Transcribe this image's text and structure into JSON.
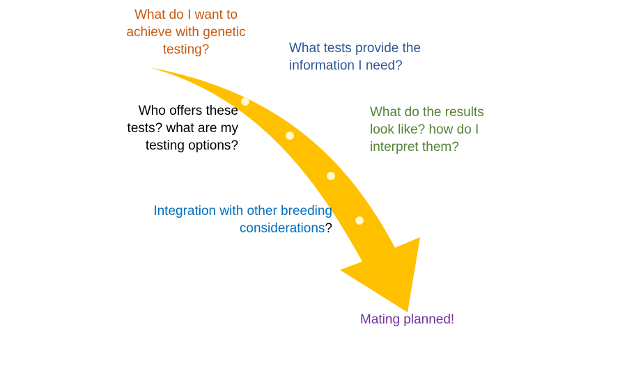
{
  "colors": {
    "arrow": "#FFC000",
    "dot_stroke": "#FFF2A0",
    "achieve": "#C55A11",
    "tests": "#2F5597",
    "offers": "#000000",
    "results": "#548235",
    "integration": "#0070C0",
    "mating": "#7030A0"
  },
  "questions": {
    "achieve": {
      "line1": "What do I want to",
      "line2": "achieve with genetic",
      "line3": "testing?"
    },
    "tests": {
      "line1": "What tests provide the",
      "line2": "information I need?"
    },
    "offers": {
      "line1": "Who offers these",
      "line2": "tests? what are my",
      "line3": "testing options?"
    },
    "results": {
      "line1": "What do the results",
      "line2": "look like? how do I",
      "line3": "interpret them?"
    },
    "integration": {
      "line1": "Integration with other breeding",
      "line2": "considerations",
      "line2_suffix": "?"
    }
  },
  "outcome": {
    "label": "Mating planned!"
  },
  "arrow": {
    "icon": "curved-arrow-icon",
    "milestones": 4
  }
}
